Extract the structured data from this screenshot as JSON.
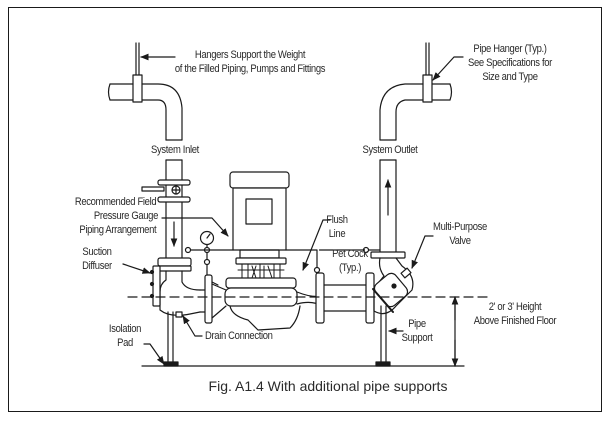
{
  "figure": {
    "caption": "Fig. A1.4  With additional pipe supports"
  },
  "labels": {
    "hangers_support_line1": "Hangers Support the Weight",
    "hangers_support_line2": "of the Filled Piping, Pumps and Fittings",
    "pipe_hanger_line1": "Pipe Hanger (Typ.)",
    "pipe_hanger_line2": "See Specifications for",
    "pipe_hanger_line3": "Size and Type",
    "system_inlet": "System Inlet",
    "system_outlet": "System Outlet",
    "pressure_gauge_line1": "Recommended Field",
    "pressure_gauge_line2": "Pressure Gauge",
    "pressure_gauge_line3": "Piping Arrangement",
    "suction_diffuser_line1": "Suction",
    "suction_diffuser_line2": "Diffuser",
    "flush_line_line1": "Flush",
    "flush_line_line2": "Line",
    "pet_cock_line1": "Pet Cock",
    "pet_cock_line2": "(Typ.)",
    "multi_purpose_valve_line1": "Multi-Purpose",
    "multi_purpose_valve_line2": "Valve",
    "height_line1": "2' or 3' Height",
    "height_line2": "Above Finished Floor",
    "isolation_pad_line1": "Isolation",
    "isolation_pad_line2": "Pad",
    "drain_connection": "Drain Connection",
    "pipe_support_line1": "Pipe",
    "pipe_support_line2": "Support"
  },
  "colors": {
    "line": "#1a1a1a",
    "text": "#2a2a2a",
    "background": "#ffffff"
  }
}
